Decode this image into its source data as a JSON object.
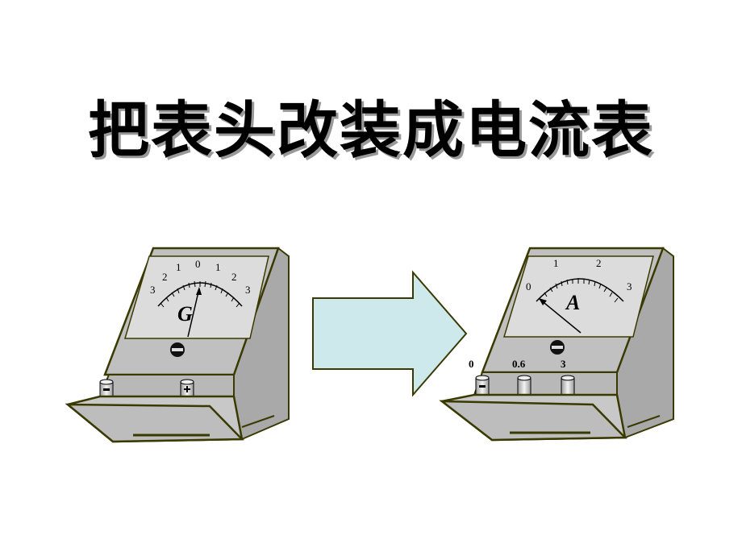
{
  "title": "把表头改装成电流表",
  "galvanometer": {
    "letter": "G",
    "scale": [
      "3",
      "2",
      "1",
      "0",
      "1",
      "2",
      "3"
    ],
    "terminal_neg": "-",
    "terminal_pos": "+"
  },
  "ammeter": {
    "letter": "A",
    "scale": [
      "0",
      "1",
      "2",
      "3"
    ],
    "terminal_labels": [
      "0",
      "0.6",
      "3"
    ],
    "terminal_neg": "-"
  },
  "colors": {
    "body": "#c0c0c0",
    "face": "#d8d8d8",
    "outline": "#3a3a00",
    "arrow": "#cde9ec"
  }
}
